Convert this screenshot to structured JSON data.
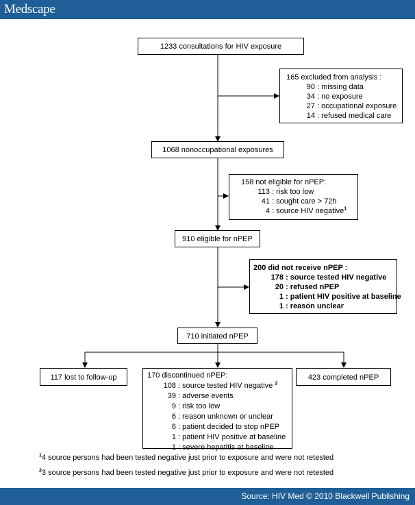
{
  "header": {
    "logo": "Medscape"
  },
  "footer": {
    "source": "Source: HIV Med © 2010 Blackwell Publishing"
  },
  "flow": {
    "consultations": "1233 consultations for HIV exposure",
    "excluded": {
      "title": "165 excluded from analysis :",
      "items": [
        {
          "num": "90",
          "text": ": missing data"
        },
        {
          "num": "34",
          "text": ": no exposure"
        },
        {
          "num": "27",
          "text": ": occupational exposure"
        },
        {
          "num": "14",
          "text": ": refused medical care"
        }
      ]
    },
    "nonoccupational": "1068 nonoccupational exposures",
    "not_eligible": {
      "title": "158 not eligible for nPEP:",
      "items": [
        {
          "num": "113",
          "text": ": risk too low",
          "sup": ""
        },
        {
          "num": "41",
          "text": ": sought care > 72h",
          "sup": ""
        },
        {
          "num": "4",
          "text": ": source HIV negative",
          "sup": "1"
        }
      ]
    },
    "eligible": "910 eligible for nPEP",
    "not_receive": {
      "title": "200 did not receive nPEP :",
      "items": [
        {
          "num": "178",
          "text": ": source tested HIV negative"
        },
        {
          "num": "20",
          "text": ": refused nPEP"
        },
        {
          "num": "1",
          "text": ": patient HIV positive at baseline"
        },
        {
          "num": "1",
          "text": ": reason unclear"
        }
      ]
    },
    "initiated": "710 initiated nPEP",
    "lost": "117 lost to follow-up",
    "discontinued": {
      "title": "170 discontinued nPEP:",
      "items": [
        {
          "num": "108",
          "text": ": source tested HIV negative",
          "sup": "2"
        },
        {
          "num": "39",
          "text": ": adverse events",
          "sup": ""
        },
        {
          "num": "9",
          "text": ": risk too low",
          "sup": ""
        },
        {
          "num": "6",
          "text": ": reason unknown or unclear",
          "sup": ""
        },
        {
          "num": "6",
          "text": ": patient decided to stop nPEP",
          "sup": ""
        },
        {
          "num": "1",
          "text": ": patient HIV positive at baseline",
          "sup": ""
        },
        {
          "num": "1",
          "text": ": severe hepatitis at baseline",
          "sup": ""
        }
      ]
    },
    "completed": "423 completed nPEP"
  },
  "footnotes": [
    {
      "mark": "1",
      "text": "4 source persons had been tested negative just prior to exposure and were not retested"
    },
    {
      "mark": "2",
      "text": "3 source persons had been tested negative just prior to exposure and were not retested"
    }
  ]
}
